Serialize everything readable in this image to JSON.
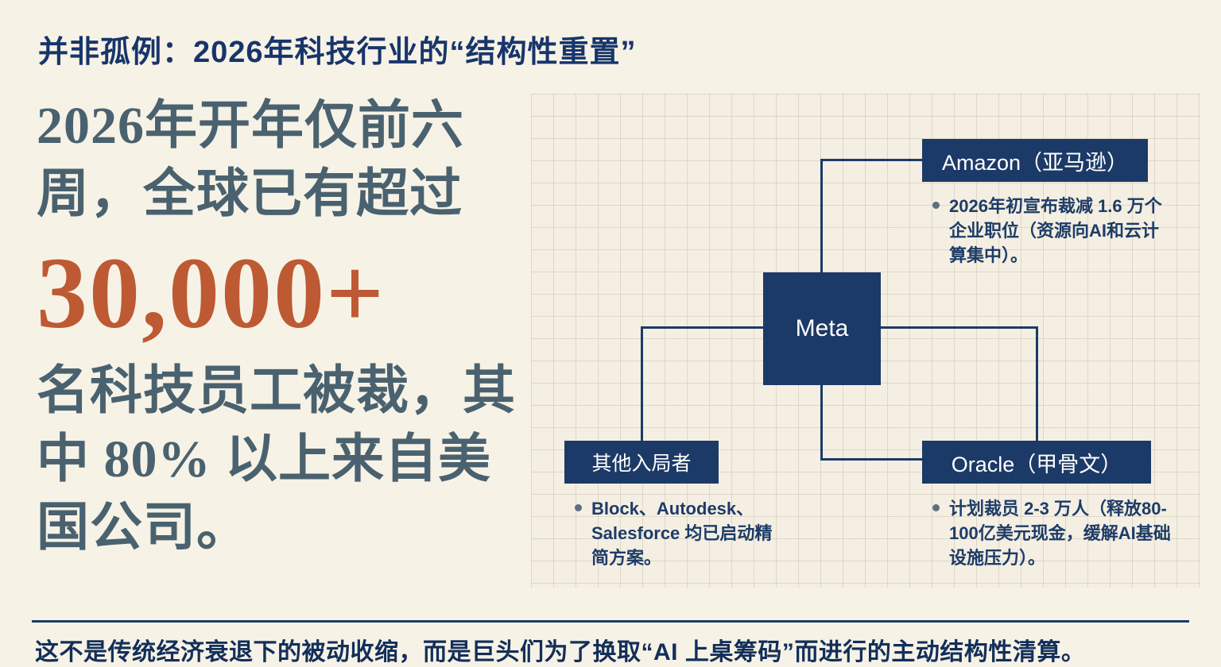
{
  "header": {
    "title": "并非孤例：2026年科技行业的“结构性重置”"
  },
  "left": {
    "line_before": "2026年开年仅前六周，全球已有超过",
    "big_number": "30,000+",
    "line_after": "名科技员工被裁，其中 80% 以上来自美国公司。"
  },
  "diagram": {
    "meta": {
      "label": "Meta"
    },
    "amazon": {
      "label": "Amazon（亚马逊）",
      "note": "2026年初宣布裁减 1.6 万个企业职位（资源向AI和云计算集中）。"
    },
    "others": {
      "label": "其他入局者",
      "note": "Block、Autodesk、Salesforce 均已启动精简方案。"
    },
    "oracle": {
      "label": "Oracle（甲骨文）",
      "note": "计划裁员 2-3 万人（释放80-100亿美元现金，缓解AI基础设施压力）。"
    }
  },
  "footer": {
    "text": "这不是传统经济衰退下的被动收缩，而是巨头们为了换取“AI 上桌筹码”而进行的主动结构性清算。"
  },
  "colors": {
    "background": "#f7f2e6",
    "navy": "#1c3a67",
    "slate_text": "#4a626f",
    "accent_orange": "#bd5a33"
  }
}
